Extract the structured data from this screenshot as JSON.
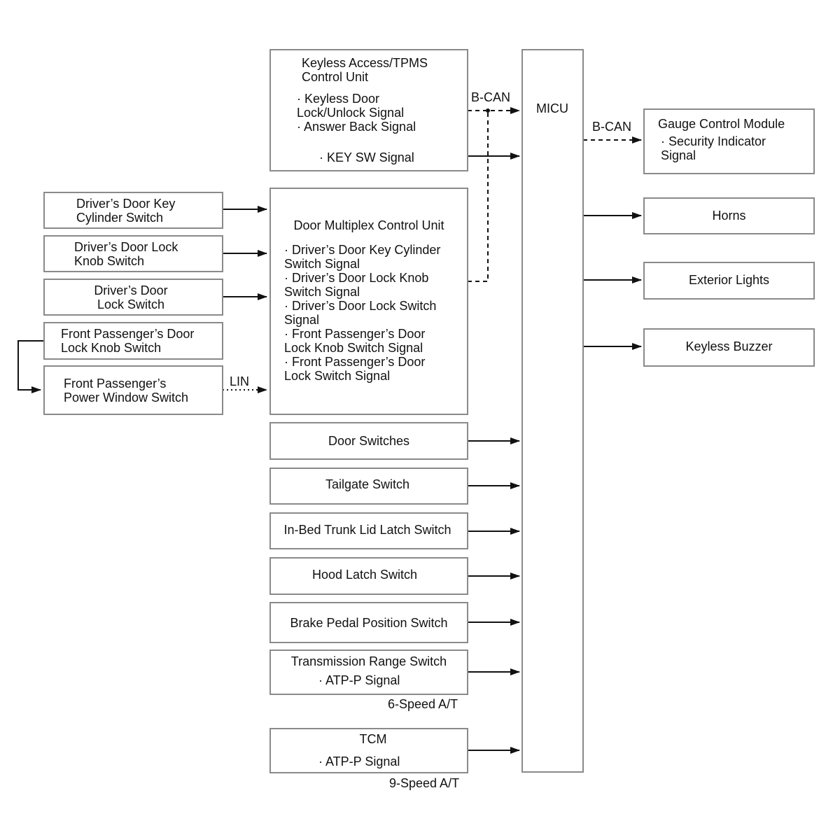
{
  "keyless": {
    "title": "Keyless Access/TPMS\nControl Unit",
    "signals": "· Keyless Door\nLock/Unlock Signal\n· Answer Back Signal",
    "key_sw": "· KEY SW Signal"
  },
  "micu": {
    "title": "MICU"
  },
  "bcan_left": "B-CAN",
  "bcan_right": "B-CAN",
  "lin": "LIN",
  "gauge": {
    "title": "Gauge Control Module",
    "signal": "· Security Indicator\nSignal"
  },
  "outputs": {
    "horns": "Horns",
    "lights": "Exterior Lights",
    "buzzer": "Keyless Buzzer"
  },
  "left_switches": {
    "key_cyl": "Driver’s Door Key\nCylinder Switch",
    "lock_knob": "Driver’s Door Lock\nKnob Switch",
    "lock_sw": "Driver’s Door\nLock Switch",
    "fp_knob": "Front Passenger’s Door\nLock Knob Switch",
    "fp_window": "Front Passenger’s\nPower Window Switch"
  },
  "door_mpcu": {
    "title": "Door Multiplex Control Unit",
    "signals": "· Driver’s Door Key Cylinder\nSwitch Signal\n· Driver’s Door Lock Knob\nSwitch Signal\n· Driver’s Door Lock Switch\nSignal\n· Front Passenger’s Door\nLock Knob Switch Signal\n· Front Passenger’s Door\nLock Switch Signal"
  },
  "inputs": {
    "door_switches": "Door Switches",
    "tailgate": "Tailgate Switch",
    "in_bed": "In-Bed Trunk Lid Latch Switch",
    "hood": "Hood Latch Switch",
    "brake": "Brake Pedal Position Switch"
  },
  "trans": {
    "title": "Transmission Range Switch",
    "signal": "· ATP-P Signal",
    "note": "6-Speed A/T"
  },
  "tcm": {
    "title": "TCM",
    "signal": "· ATP-P Signal",
    "note": "9-Speed A/T"
  }
}
